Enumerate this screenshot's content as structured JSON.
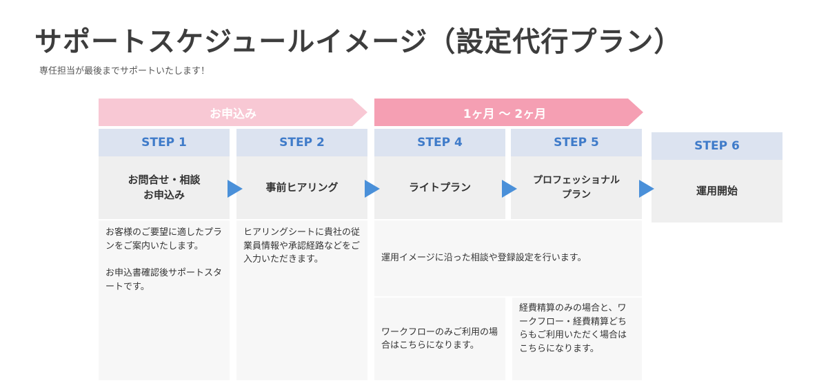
{
  "header": {
    "title": "サポートスケジュールイメージ（設定代行プラン）",
    "subtitle": "専任担当が最後までサポートいたします！"
  },
  "phases": [
    {
      "label": "お申込み"
    },
    {
      "label": "1ヶ月 〜 2ヶ月"
    }
  ],
  "steps": [
    {
      "number": "STEP 1",
      "name_line1": "お問合せ・相談",
      "name_line2": "お申込み"
    },
    {
      "number": "STEP 2",
      "name_line1": "事前ヒアリング",
      "name_line2": ""
    },
    {
      "number": "STEP 4",
      "name_line1": "ライトプラン",
      "name_line2": ""
    },
    {
      "number": "STEP 5",
      "name_line1": "プロフェッショナル",
      "name_line2": "プラン"
    },
    {
      "number": "STEP 6",
      "name_line1": "運用開始",
      "name_line2": ""
    }
  ],
  "descriptions": {
    "step1_para1": "お客様のご要望に適したプランをご案内いたします。",
    "step1_para2": "お申込書確認後サポートスタートです。",
    "step2": "ヒアリングシートに貴社の従業員情報や承認経路などをご入力いただきます。",
    "shared_4_5": "運用イメージに沿った相談や登録設定を行います。",
    "step4": "ワークフローのみご利用の場合はこちらになります。",
    "step5": "経費精算のみの場合と、ワークフロー・経費精算どちらもご利用いただく場合はこちらになります。"
  },
  "colors": {
    "phase_light_pink": "#f8c8d4",
    "phase_pink": "#f59fb3",
    "step_header_bg": "#dce3f0",
    "step_header_text": "#3f7bc9",
    "arrow_blue": "#4a90d9"
  }
}
